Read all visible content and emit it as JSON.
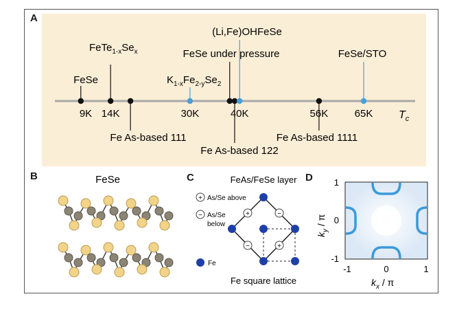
{
  "panels": {
    "A": "A",
    "B": "B",
    "C": "C",
    "D": "D"
  },
  "timeline": {
    "axis_label": "T",
    "axis_label_sub": "c",
    "ticks": [
      {
        "label": "9K",
        "value": 9
      },
      {
        "label": "14K",
        "value": 14
      },
      {
        "label": "30K",
        "value": 30
      },
      {
        "label": "40K",
        "value": 40
      },
      {
        "label": "56K",
        "value": 56
      },
      {
        "label": "65K",
        "value": 65
      }
    ],
    "points": [
      {
        "value": 8,
        "color": "black",
        "label_above": "FeSe"
      },
      {
        "value": 14,
        "color": "black",
        "label_above": "FeTe1-xSex"
      },
      {
        "value": 18,
        "color": "black",
        "label_below": "Fe As-based 111"
      },
      {
        "value": 30,
        "color": "blue",
        "label_above": "K1-xFe2-ySe2"
      },
      {
        "value": 38,
        "color": "black",
        "label_above": "FeSe under pressure"
      },
      {
        "value": 39,
        "color": "black",
        "label_below": "Fe As-based 122"
      },
      {
        "value": 40,
        "color": "blue",
        "label_above": "(Li,Fe)OHFeSe"
      },
      {
        "value": 56,
        "color": "black",
        "label_below": "Fe As-based 1111"
      },
      {
        "value": 65,
        "color": "blue",
        "label_above": "FeSe/STO"
      }
    ],
    "labels": {
      "fese": "FeSe",
      "fete_main": "FeTe",
      "fete_sub1": "1-x",
      "fete_se": "Se",
      "fete_sub2": "x",
      "kfese_k": "K",
      "kfese_sub1": "1-x",
      "kfese_fe": "Fe",
      "kfese_sub2": "2-y",
      "kfese_se": "Se",
      "kfese_sub3": "2",
      "pressure": "FeSe under pressure",
      "lifeoh": "(Li,Fe)OHFeSe",
      "sto": "FeSe/STO",
      "fe111": "Fe As-based 111",
      "fe122": "Fe As-based 122",
      "fe1111": "Fe As-based 1111"
    }
  },
  "panel_b": {
    "title": "FeSe"
  },
  "panel_c": {
    "title": "FeAs/FeSe layer",
    "legend_above_1": "As/Se above",
    "legend_below_1": "As/Se",
    "legend_below_2": "below",
    "legend_fe": "Fe",
    "caption": "Fe square lattice",
    "plus_symbol": "+",
    "minus_symbol": "−"
  },
  "panel_d": {
    "x_ticks": [
      "-1",
      "0",
      "1"
    ],
    "y_ticks": [
      "1",
      "0",
      "-1"
    ],
    "xlabel_k": "k",
    "xlabel_sub": "x",
    "xlabel_rest": " / π",
    "ylabel_k": "k",
    "ylabel_sub": "y",
    "ylabel_rest": " / π"
  },
  "colors": {
    "panel_a_bg": "#fbeed7",
    "black_dot": "#111111",
    "blue_dot": "#4a9fd6",
    "fe_atom": "#1f3fa8",
    "axis_line": "#a8a8a8",
    "fermi_pocket": "#3a9ad9"
  }
}
